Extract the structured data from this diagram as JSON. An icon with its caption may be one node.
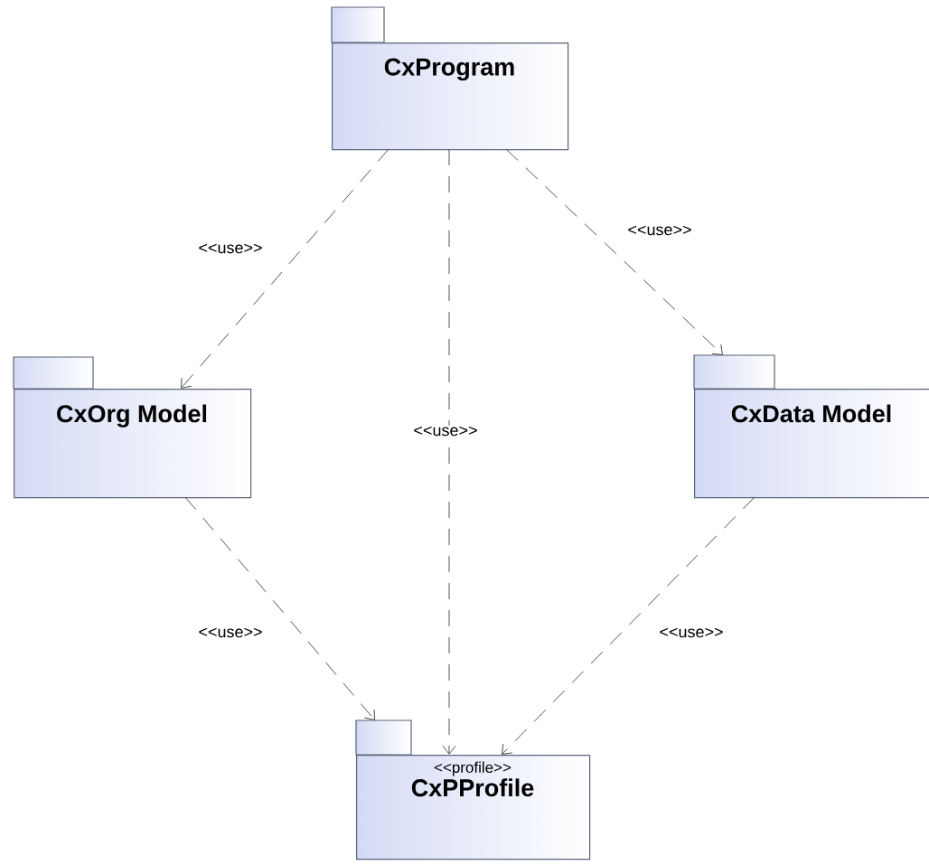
{
  "diagram": {
    "nodes": [
      {
        "text": [
          "CxProgram"
        ]
      },
      {
        "text": [
          "CxOrg Model"
        ]
      },
      {
        "text": [
          "CxData Model"
        ]
      },
      {
        "text": [
          "<<profile>>",
          "CxPProfile"
        ]
      }
    ],
    "edges": [
      {
        "from": 0,
        "to": 1,
        "arrow": "to",
        "label": "<<use>>",
        "style": "dashed"
      },
      {
        "from": 0,
        "to": 3,
        "arrow": "to",
        "label": "<<use>>",
        "style": "dashed"
      },
      {
        "from": 0,
        "to": 2,
        "arrow": "to",
        "label": "<<use>>",
        "style": "dashed"
      },
      {
        "from": 1,
        "to": 3,
        "arrow": "to",
        "label": "<<use>>",
        "style": "dashed"
      },
      {
        "from": 2,
        "to": 3,
        "arrow": "to",
        "label": "<<use>>",
        "style": "dashed"
      }
    ]
  }
}
